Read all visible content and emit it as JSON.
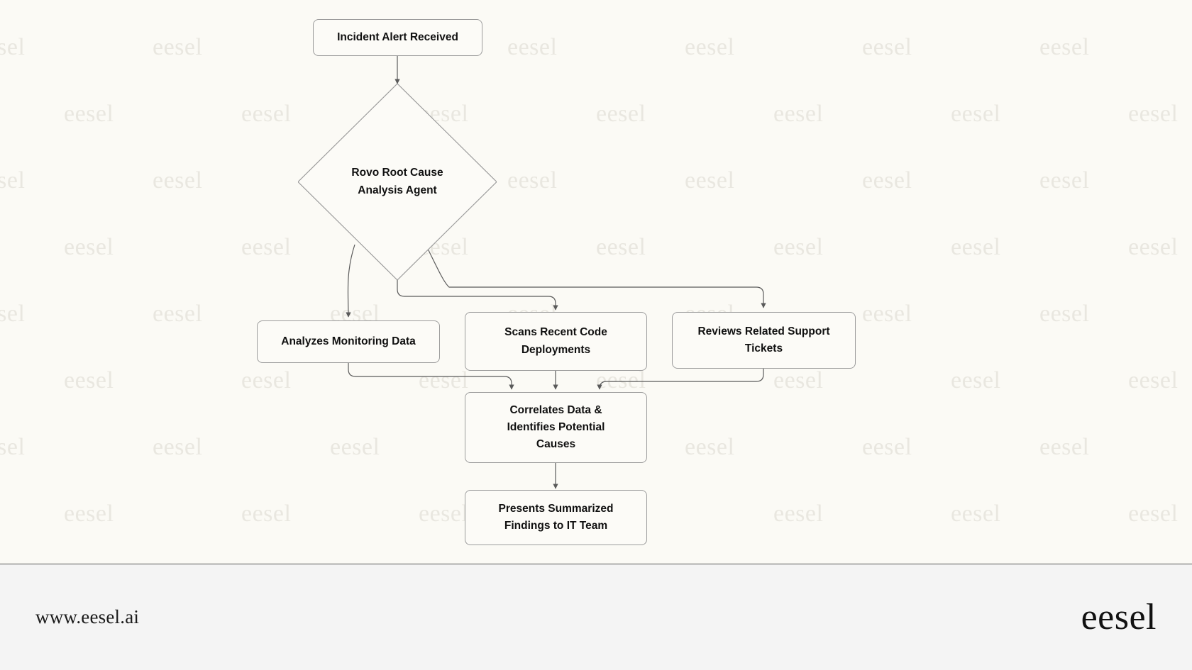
{
  "background": {
    "canvas_color": "#fbfaf5",
    "footer_color": "#f4f4f4",
    "watermark_text": "eesel",
    "watermark_color": "#e9e7e0"
  },
  "diagram": {
    "type": "flowchart",
    "direction": "top-down",
    "node_border_color": "#9c9c9c",
    "node_fill_color": "#fcfbf7",
    "edge_color": "#5a5a5a",
    "text_color": "#101010",
    "nodes": [
      {
        "id": "start",
        "shape": "rounded-rect",
        "label": "Incident Alert Received"
      },
      {
        "id": "agent",
        "shape": "diamond",
        "label": "Rovo Root Cause\nAnalysis Agent"
      },
      {
        "id": "monitoring",
        "shape": "rounded-rect",
        "label": "Analyzes Monitoring Data"
      },
      {
        "id": "deploys",
        "shape": "rounded-rect",
        "label": "Scans Recent Code\nDeployments"
      },
      {
        "id": "tickets",
        "shape": "rounded-rect",
        "label": "Reviews Related Support\nTickets"
      },
      {
        "id": "correlate",
        "shape": "rounded-rect",
        "label": "Correlates Data &\nIdentifies Potential\nCauses"
      },
      {
        "id": "present",
        "shape": "rounded-rect",
        "label": "Presents Summarized\nFindings to IT Team"
      }
    ],
    "edges": [
      {
        "from": "start",
        "to": "agent",
        "label": ""
      },
      {
        "from": "agent",
        "to": "monitoring",
        "label": ""
      },
      {
        "from": "agent",
        "to": "deploys",
        "label": ""
      },
      {
        "from": "agent",
        "to": "tickets",
        "label": ""
      },
      {
        "from": "monitoring",
        "to": "correlate",
        "label": ""
      },
      {
        "from": "deploys",
        "to": "correlate",
        "label": ""
      },
      {
        "from": "tickets",
        "to": "correlate",
        "label": ""
      },
      {
        "from": "correlate",
        "to": "present",
        "label": ""
      }
    ]
  },
  "footer": {
    "url": "www.eesel.ai",
    "logo": "eesel"
  }
}
